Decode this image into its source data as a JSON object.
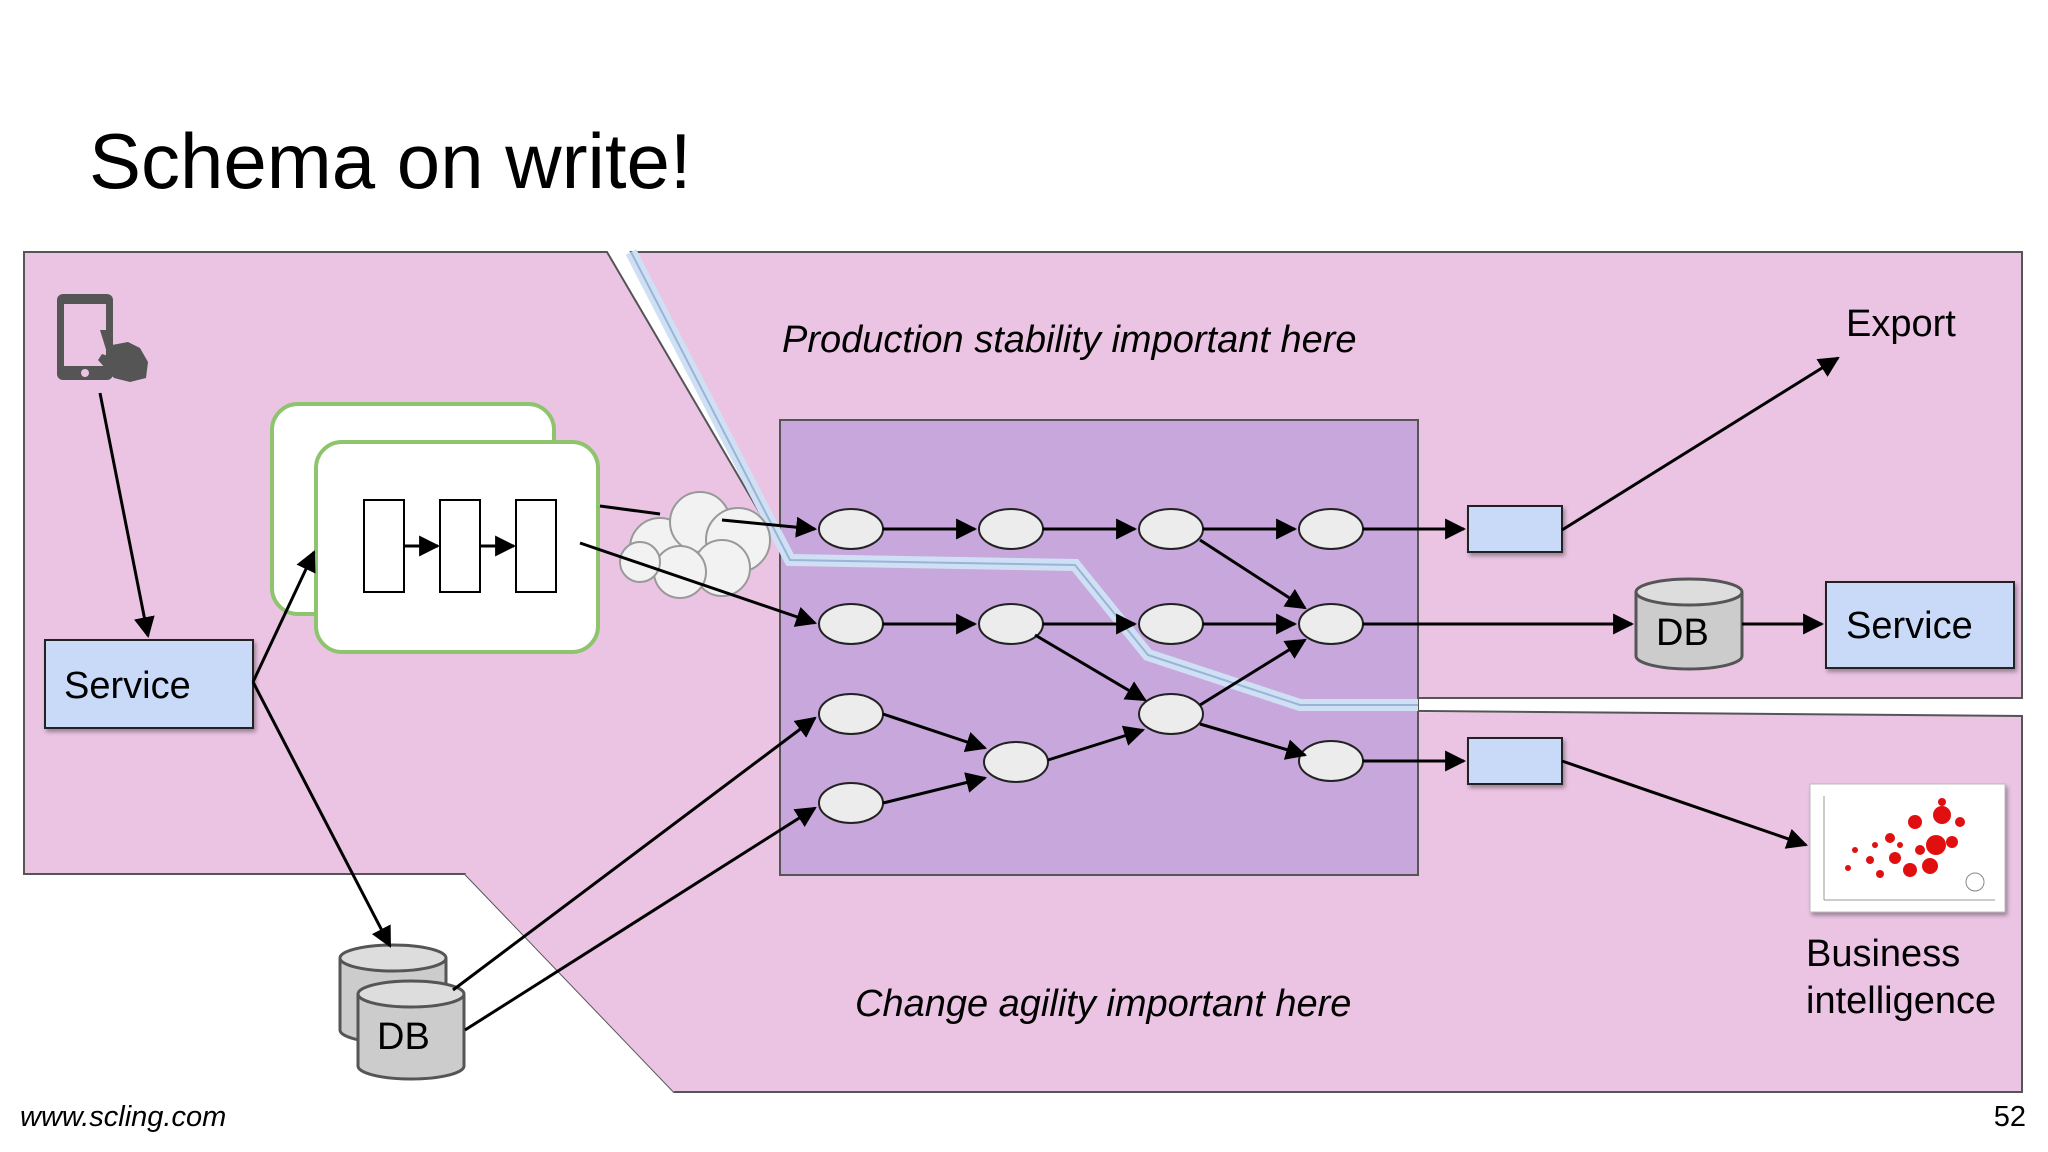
{
  "title": "Schema on write!",
  "footer": {
    "url": "www.scling.com",
    "page": "52"
  },
  "labels": {
    "production": "Production stability important here",
    "change": "Change agility important here",
    "export": "Export",
    "bi_line1": "Business",
    "bi_line2": "intelligence",
    "service_left": "Service",
    "service_right": "Service",
    "db_right": "DB",
    "db_bottom": "DB"
  },
  "colors": {
    "zone_fill": "#ebc4e3",
    "pipeline_fill": "#c8a8dc",
    "box_fill": "#c9daf8",
    "node_fill": "#ececec",
    "db_fill": "#cccccc",
    "queue_border": "#8dc46d"
  },
  "icons": [
    "tablet-touch-icon",
    "cloud-icon",
    "scatter-chart-thumbnail"
  ]
}
